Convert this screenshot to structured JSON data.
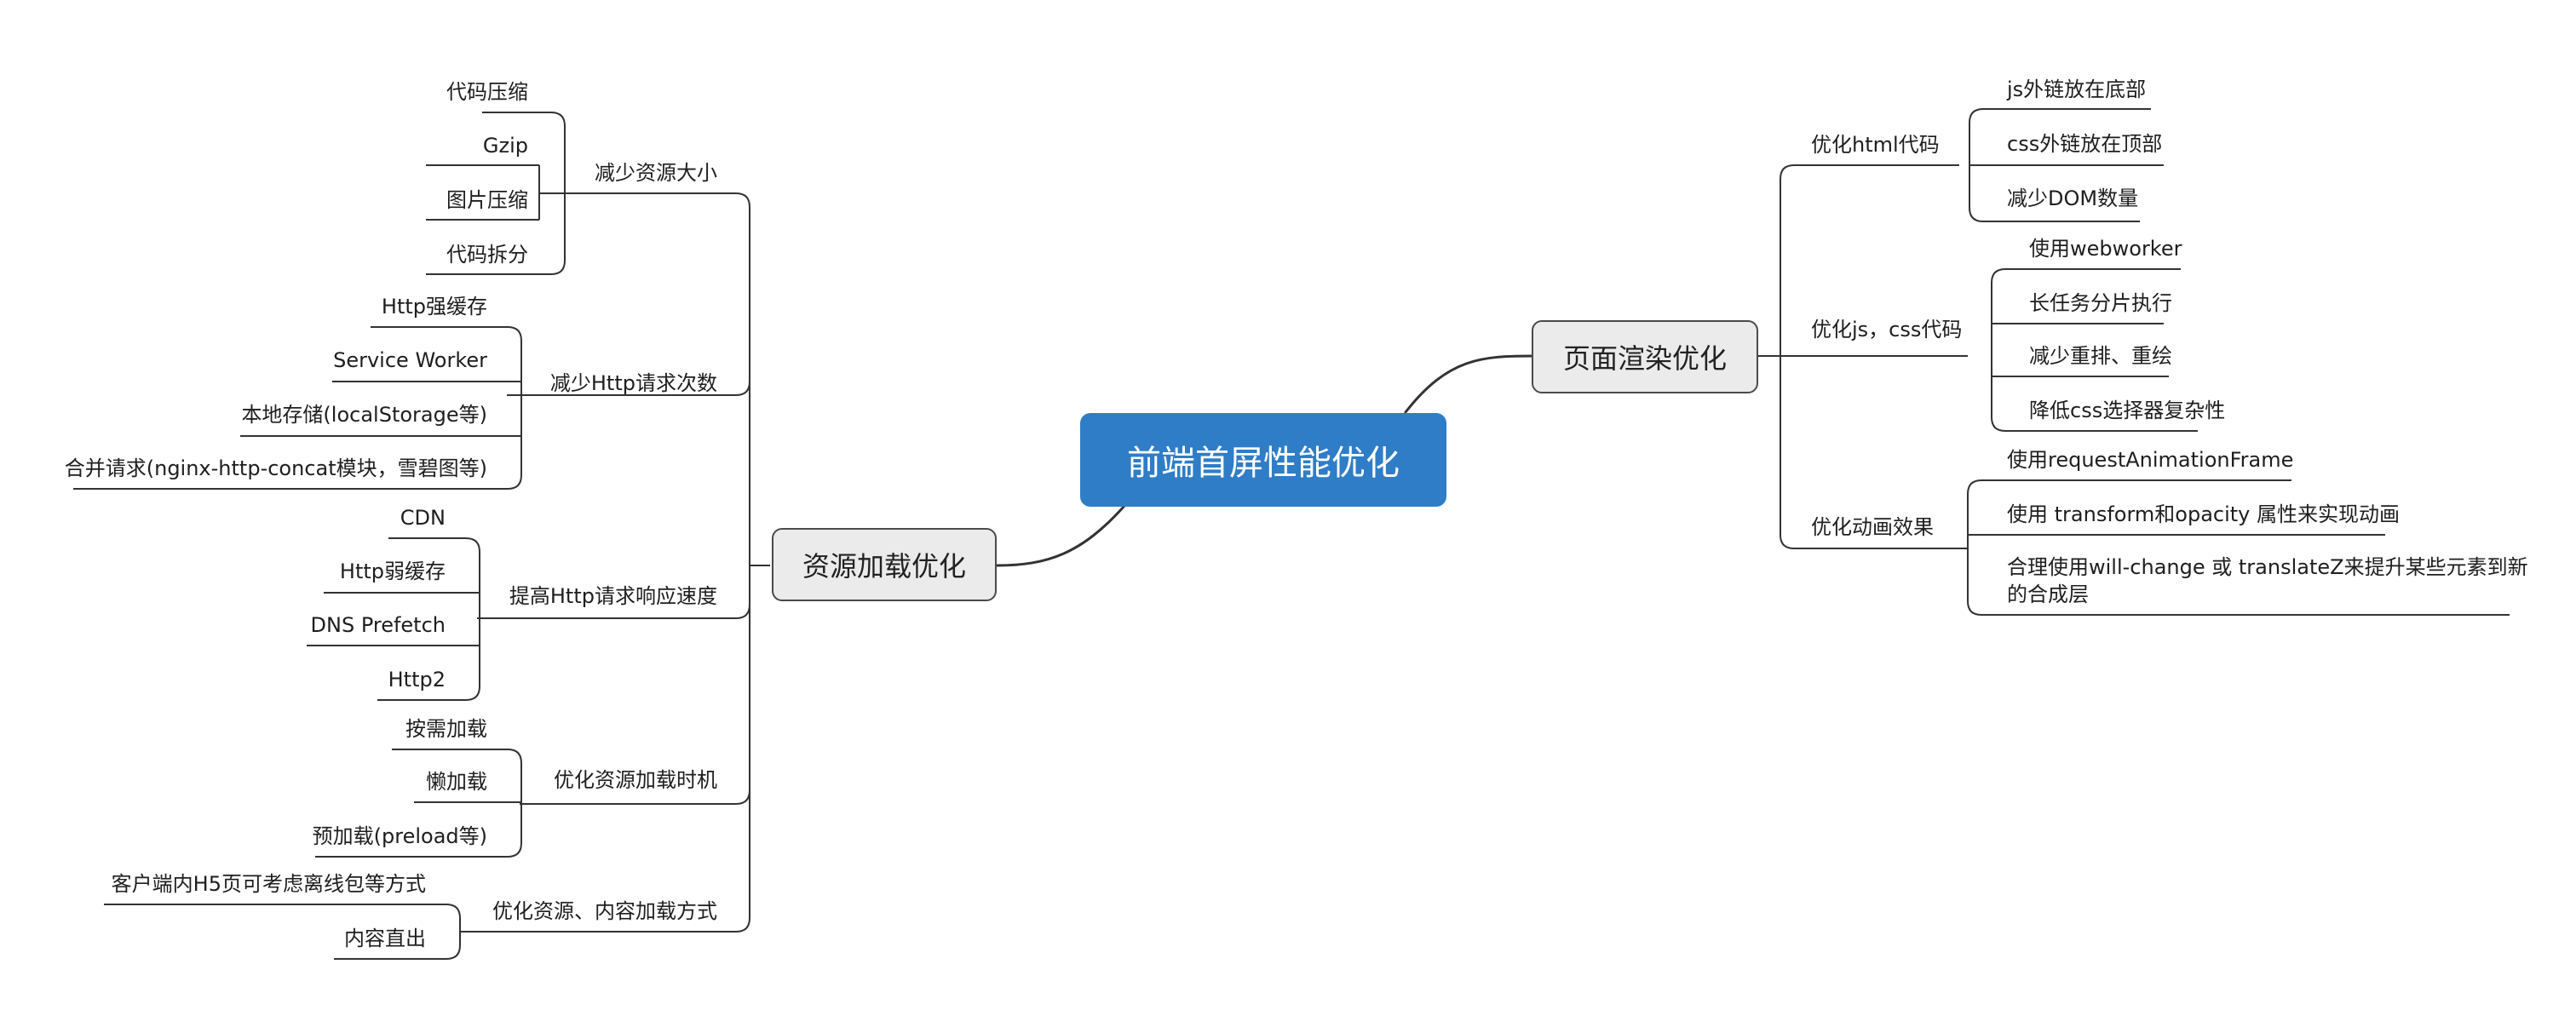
{
  "root": "前端首屏性能优化",
  "left_branch": {
    "label": "资源加载优化",
    "groups": [
      {
        "label": "减少资源大小",
        "items": [
          "代码压缩",
          "Gzip",
          "图片压缩",
          "代码拆分"
        ]
      },
      {
        "label": "减少Http请求次数",
        "items": [
          "Http强缓存",
          "Service Worker",
          "本地存储(localStorage等)",
          "合并请求(nginx-http-concat模块，雪碧图等)"
        ]
      },
      {
        "label": "提高Http请求响应速度",
        "items": [
          "CDN",
          "Http弱缓存",
          "DNS Prefetch",
          "Http2"
        ]
      },
      {
        "label": "优化资源加载时机",
        "items": [
          "按需加载",
          "懒加载",
          "预加载(preload等)"
        ]
      },
      {
        "label": "优化资源、内容加载方式",
        "items": [
          "客户端内H5页可考虑离线包等方式",
          "内容直出"
        ]
      }
    ]
  },
  "right_branch": {
    "label": "页面渲染优化",
    "groups": [
      {
        "label": "优化html代码",
        "items": [
          "js外链放在底部",
          "css外链放在顶部",
          "减少DOM数量"
        ]
      },
      {
        "label": "优化js，css代码",
        "items": [
          "使用webworker",
          "长任务分片执行",
          "减少重排、重绘",
          "降低css选择器复杂性"
        ]
      },
      {
        "label": "优化动画效果",
        "items": [
          "使用requestAnimationFrame",
          "使用 transform和opacity 属性来实现动画",
          "合理使用will-change 或 translateZ来提升某些元素到新",
          "的合成层"
        ]
      }
    ]
  }
}
